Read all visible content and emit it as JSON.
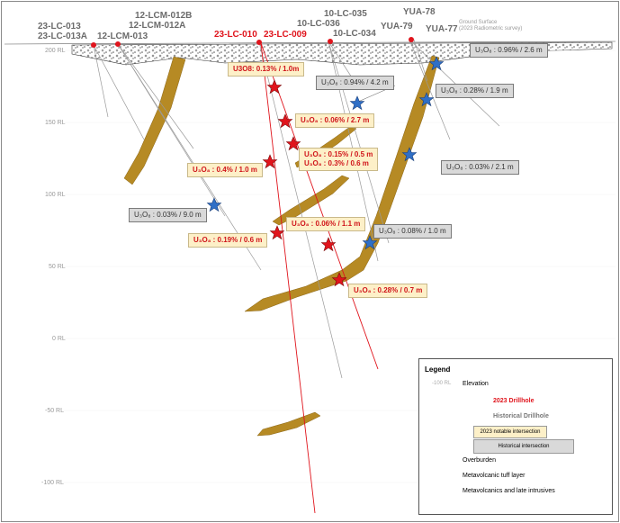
{
  "ground_surface": {
    "line1": "Ground Surface",
    "line2": "(2023 Radiometric survey)"
  },
  "elevation_labels": [
    "200 RL",
    "150 RL",
    "100 RL",
    "50 RL",
    "0 RL",
    "-50 RL",
    "-100 RL"
  ],
  "drillholes": {
    "h1": "23-LC-013",
    "h2": "23-LC-013A",
    "h3": "12-LCM-013",
    "h4": "12-LCM-012B",
    "h5": "12-LCM-012A",
    "h6": "23-LC-010",
    "h7": "23-LC-009",
    "h8": "10-LC-035",
    "h9": "10-LC-036",
    "h10": "10-LC-034",
    "h11": "YUA-78",
    "h12": "YUA-79",
    "h13": "YUA-77"
  },
  "intersections_2023": {
    "i1": "U3O8: 0.13% / 1.0m",
    "i2": "U₃O₈ : 0.06% / 2.7 m",
    "i3a": "U₃O₈ : 0.15% / 0.5 m",
    "i3b": "U₃O₈ : 0.3% / 0.6 m",
    "i4": "U₃O₈ : 0.4% / 1.0 m",
    "i5": "U₃O₈ : 0.06% / 1.1 m",
    "i6": "U₃O₈ : 0.19% / 0.6 m",
    "i7": "U₃O₈ : 0.28% / 0.7 m"
  },
  "intersections_historical": {
    "h1": "U₃O₈ : 0.96% / 2.6 m",
    "h2": "U₃O₈ : 0.94% / 4.2 m",
    "h3": "U₃O₈ : 0.28% / 1.9 m",
    "h4": "U₃O₈ : 0.03% / 2.1 m",
    "h5": "U₃O₈ : 0.03% / 9.0 m",
    "h6": "U₃O₈ : 0.08% / 1.0 m"
  },
  "legend": {
    "title": "Legend",
    "elevation_sample": "-100 RL",
    "elevation": "Elevation",
    "drillhole_2023": "2023 Drillhole",
    "drillhole_hist": "Historical Drillhole",
    "notable_2023": "2023 notable intersection",
    "historical_int": "Historical intersection",
    "overburden": "Overburden",
    "tuff": "Metavolcanic tuff layer",
    "intrusives": "Metavolcanics and late intrusives"
  },
  "colors": {
    "red": "#e0141c",
    "tuff": "#b68a24",
    "star_blue": "#2f6fc6",
    "box_new": "#fdf0c8",
    "box_hist": "#d9d9d9"
  }
}
